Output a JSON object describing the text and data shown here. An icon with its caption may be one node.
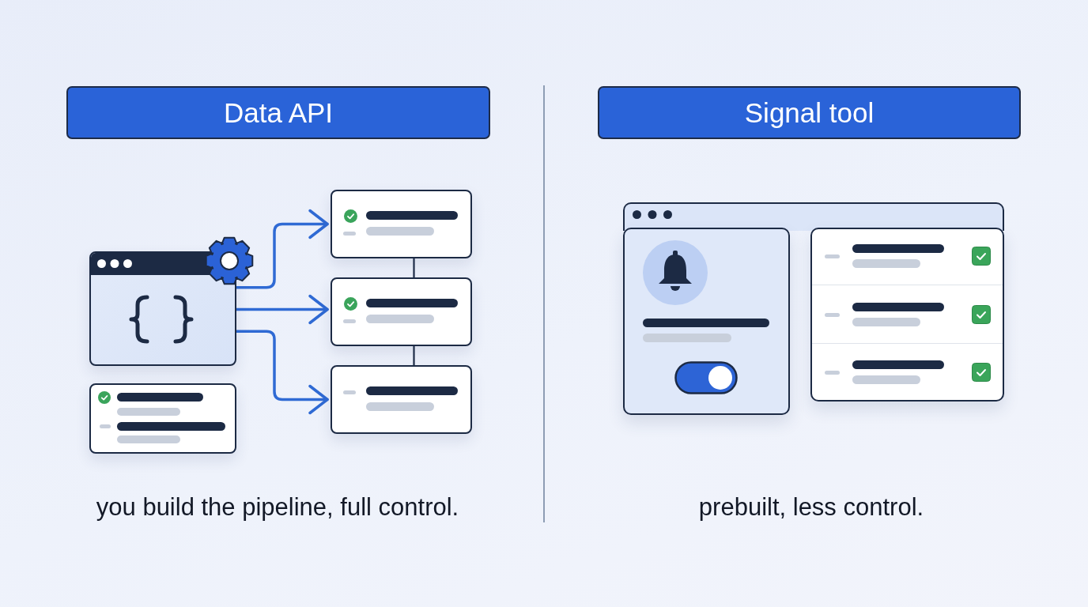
{
  "diagram": {
    "nodes": [
      {
        "text": [
          "Data API"
        ]
      },
      {
        "text": [],
        "shape": "box"
      },
      {
        "text": [],
        "shape": "box"
      },
      {
        "text": [],
        "shape": "box"
      },
      {
        "text": [],
        "shape": "box"
      },
      {
        "text": [],
        "shape": "box"
      },
      {
        "text": [
          "Signal tool"
        ]
      }
    ],
    "edges": [
      {
        "from": 1,
        "to": 2,
        "arrow": "to"
      },
      {
        "from": 1,
        "to": 3,
        "arrow": "to"
      },
      {
        "from": 1,
        "to": 4,
        "arrow": "to"
      },
      {
        "from": 2,
        "to": 3,
        "arrow": "none",
        "color": "#1f2d47"
      },
      {
        "from": 3,
        "to": 4,
        "arrow": "none",
        "color": "#1f2d47"
      }
    ],
    "labels": [
      "you build the pipeline, full control.",
      "prebuilt, less control."
    ]
  }
}
